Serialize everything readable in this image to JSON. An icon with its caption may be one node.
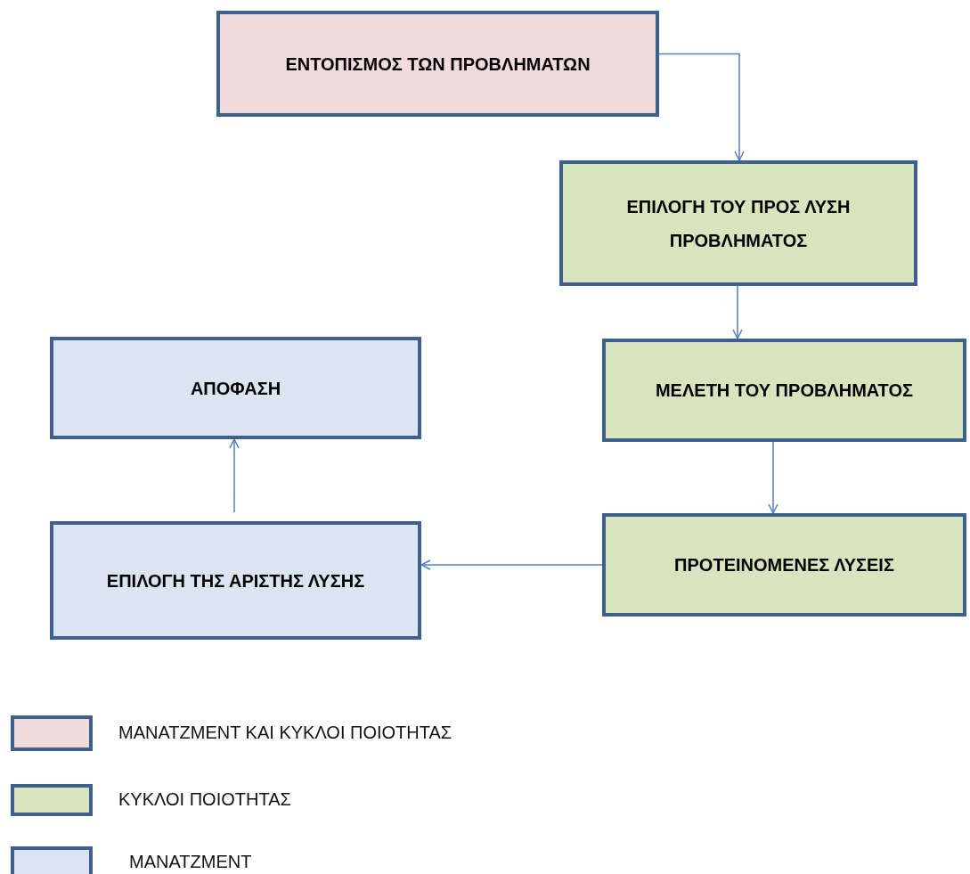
{
  "diagram": {
    "nodes": [
      {
        "text": [
          "ΕΝΤΟΠΙΣΜΟΣ ΤΩΝ ΠΡΟΒΛΗΜΑΤΩΝ"
        ]
      },
      {
        "text": [
          "ΕΠΙΛΟΓΗ ΤΟΥ ΠΡΟΣ ΛΥΣΗ ΠΡΟΒΛΗΜΑΤΟΣ"
        ]
      },
      {
        "text": [
          "ΜΕΛΕΤΗ ΤΟΥ ΠΡΟΒΛΗΜΑΤΟΣ"
        ]
      },
      {
        "text": [
          "ΠΡΟΤΕΙΝΟΜΕΝΕΣ ΛΥΣΕΙΣ"
        ]
      },
      {
        "text": [
          "ΑΠΟΦΑΣΗ"
        ]
      },
      {
        "text": [
          "ΕΠΙΛΟΓΗ ΤΗΣ ΑΡΙΣΤΗΣ ΛΥΣΗΣ"
        ]
      }
    ],
    "edges": [
      {
        "from": 0,
        "to": 1,
        "arrow": "to"
      },
      {
        "from": 1,
        "to": 2,
        "arrow": "to"
      },
      {
        "from": 2,
        "to": 3,
        "arrow": "to"
      },
      {
        "from": 3,
        "to": 5,
        "arrow": "to"
      },
      {
        "from": 5,
        "to": 4,
        "arrow": "to"
      }
    ],
    "legend": [
      {
        "text": "ΜΑΝΑΤΖΜΕΝΤ ΚΑΙ ΚΥΚΛΟΙ ΠΟΙΟΤΗΤΑΣ",
        "color": "#f2dcdb"
      },
      {
        "text": "ΚΥΚΛΟΙ ΠΟΙΟΤΗΤΑΣ",
        "color": "#d7e4bd"
      },
      {
        "text": "ΜΑΝΑΤΖΜΕΝΤ",
        "color": "#dbe5f1"
      }
    ]
  }
}
